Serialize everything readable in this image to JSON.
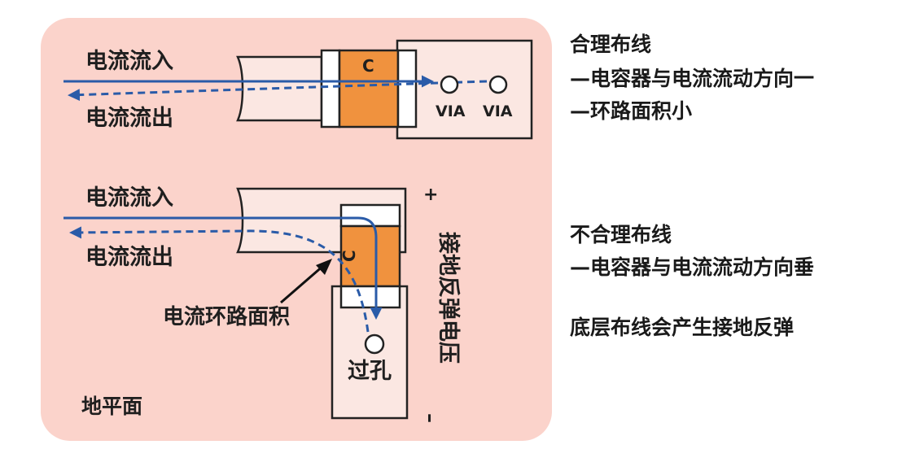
{
  "labels": {
    "current_in": "电流流入",
    "current_out": "电流流出",
    "capacitor": "C",
    "via": "VIA",
    "loop_area": "电流环路面积",
    "via_hole": "过孔",
    "bounce_voltage": "接地反弹电压",
    "plus": "+",
    "minus": "–",
    "ground_plane": "地平面"
  },
  "notes": {
    "good_title": "合理布线",
    "good_line1": "—电容器与电流流动方向一",
    "good_line2": "—环路面积小",
    "bad_title": "不合理布线",
    "bad_line1": "—电容器与电流流动方向垂",
    "bad_line2": "底层布线会产生接地反弹"
  },
  "colors": {
    "panel": "#fbd3cb",
    "pad": "#fbe7e2",
    "capacitor": "#f0923e",
    "arrow": "#2a5ba8"
  }
}
